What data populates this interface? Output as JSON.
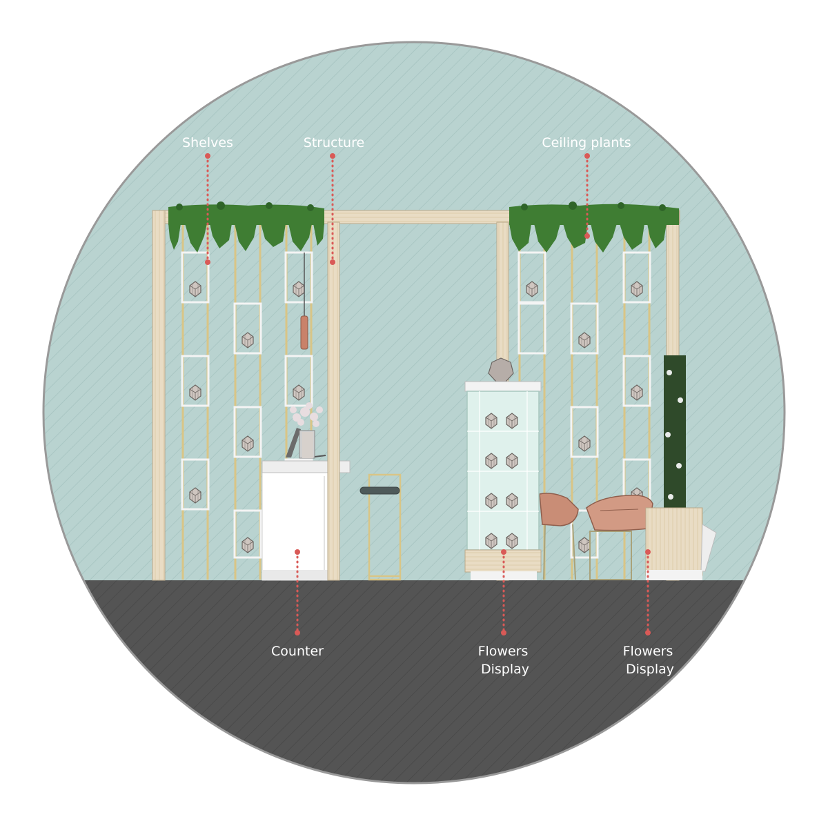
{
  "labels": {
    "shelves": "Shelves",
    "structure": "Structure",
    "ceiling_plants": "Ceiling plants",
    "counter": "Counter",
    "flowers_display_1": [
      "Flowers",
      "Display"
    ],
    "flowers_display_2": [
      "Flowers",
      "Display"
    ]
  },
  "colors": {
    "background": "#b9d3d0",
    "floor": "#545454",
    "circle_border": "#999999",
    "wood": "#e9dcc4",
    "wood_edge": "#b9a98a",
    "brass": "#d9c586",
    "shelf_white": "#f4f4f4",
    "foliage": "#3f7d33",
    "leader": "#d95a57",
    "label_text": "#ffffff",
    "glass": "#dff1ec",
    "chair": "#c98d76"
  }
}
